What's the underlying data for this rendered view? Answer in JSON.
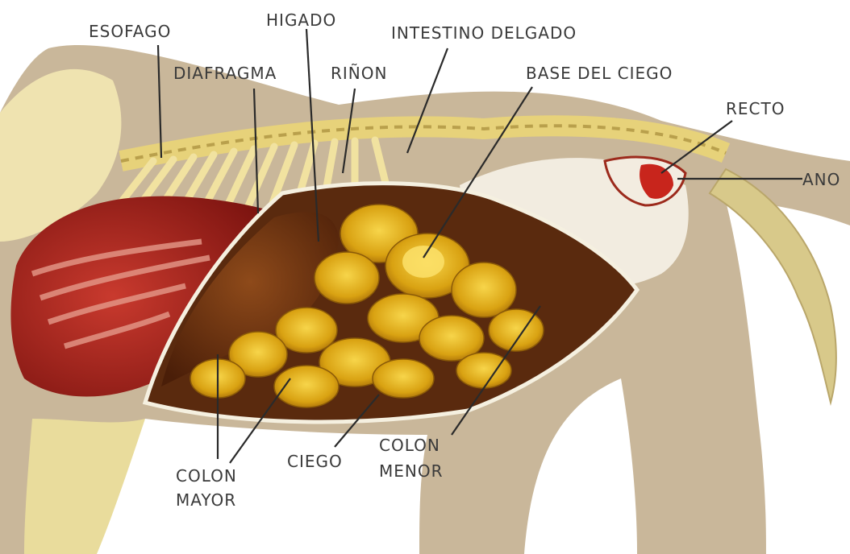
{
  "labels": {
    "esofago": "ESOFAGO",
    "higado": "HIGADO",
    "intestino_delgado": "INTESTINO DELGADO",
    "diafragma": "DIAFRAGMA",
    "rinon": "RIÑON",
    "base_del_ciego": "BASE DEL CIEGO",
    "recto": "RECTO",
    "ano": "ANO",
    "colon_mayor_1": "COLON",
    "colon_mayor_2": "MAYOR",
    "ciego": "CIEGO",
    "colon_menor_1": "COLON",
    "colon_menor_2": "MENOR"
  },
  "colors": {
    "background": "#ffffff",
    "body_tan": "#c9b79a",
    "bone_yellow": "#ecd97a",
    "organ_red": "#a8231c",
    "liver_brown": "#7a3a14",
    "intestine_gold": "#d9a212",
    "label_text": "#3a3a3a"
  }
}
